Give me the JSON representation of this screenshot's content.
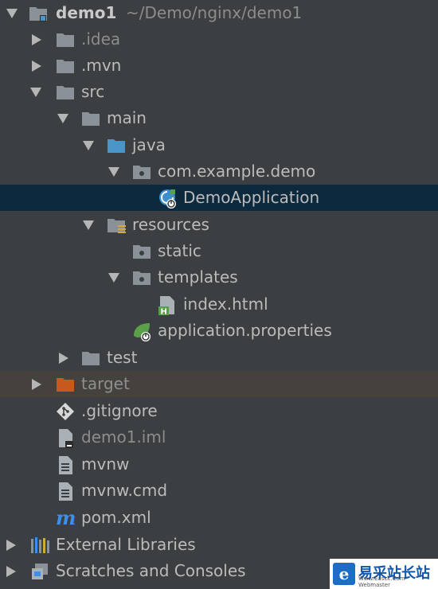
{
  "project": {
    "name": "demo1",
    "path": "~/Demo/nginx/demo1"
  },
  "tree": {
    "idea": ".idea",
    "mvn": ".mvn",
    "src": "src",
    "main": "main",
    "java": "java",
    "package": "com.example.demo",
    "demo_application": "DemoApplication",
    "resources": "resources",
    "static": "static",
    "templates": "templates",
    "index_html": "index.html",
    "application_properties": "application.properties",
    "test": "test",
    "target": "target",
    "gitignore": ".gitignore",
    "demo1_iml": "demo1.iml",
    "mvnw": "mvnw",
    "mvnw_cmd": "mvnw.cmd",
    "pom_xml": "pom.xml",
    "external_libraries": "External Libraries",
    "scratches": "Scratches and Consoles"
  },
  "watermark": {
    "logo_glyph": "e",
    "text": "易采站长站",
    "sub": "Www.Easck.Com Webmaster"
  },
  "colors": {
    "background": "#3c3f41",
    "selected_row": "#0d293e",
    "excluded_row": "#45423e",
    "folder": "#8a9199",
    "source_folder": "#4a95c7",
    "excluded_folder": "#c9581e",
    "spring_green": "#5aa04a",
    "maven_blue": "#3c8ef0"
  }
}
